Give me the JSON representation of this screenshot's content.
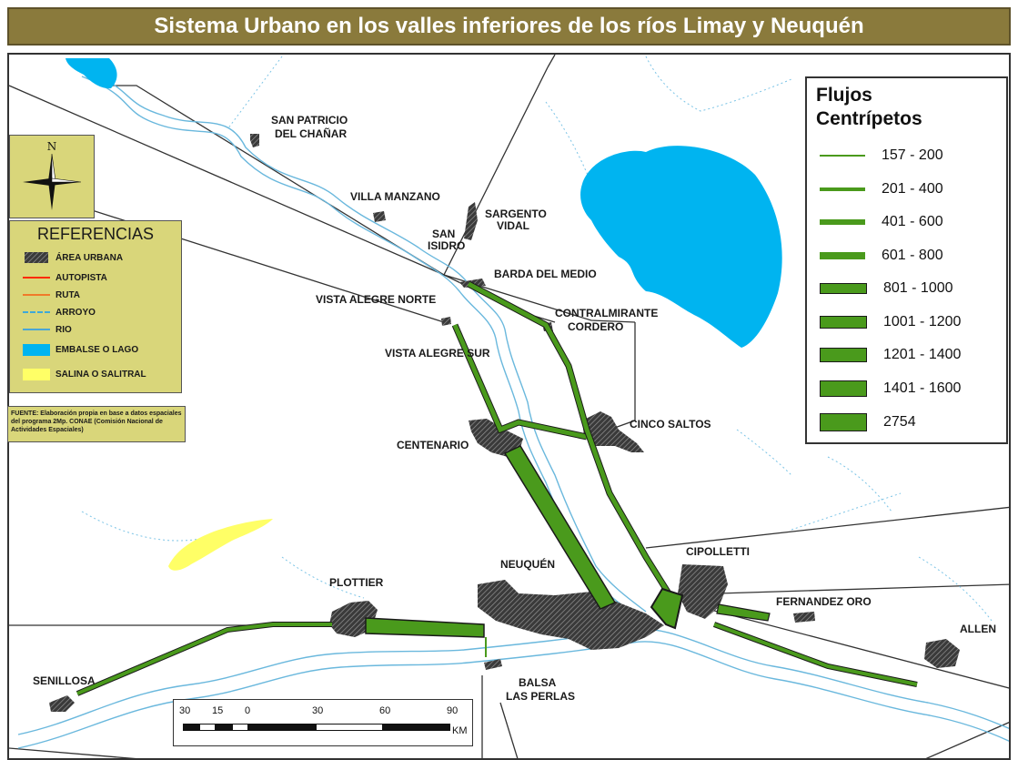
{
  "title": "Sistema Urbano en los valles inferiores de los ríos Limay y Neuquén",
  "compass": {
    "north_label": "N"
  },
  "references": {
    "title": "REFERENCIAS",
    "items": [
      {
        "label": "ÁREA URBANA",
        "symbol": "hatched-area-icon"
      },
      {
        "label": "AUTOPISTA",
        "symbol": "line",
        "color": "#ff2a00"
      },
      {
        "label": "RUTA",
        "symbol": "line",
        "color": "#f07a2a"
      },
      {
        "label": "ARROYO",
        "symbol": "dashed-line",
        "color": "#3fa9d8"
      },
      {
        "label": "RIO",
        "symbol": "line",
        "color": "#4aa6d6"
      },
      {
        "label": "EMBALSE O LAGO",
        "symbol": "fill",
        "color": "#00b4f0"
      },
      {
        "label": "SALINA O SALITRAL",
        "symbol": "fill",
        "color": "#ffff66"
      }
    ]
  },
  "source": "FUENTE: Elaboración propia en base a datos espaciales del programa 2Mp. CONAE (Comisión Nacional de Actividades Espaciales)",
  "legend": {
    "title_line1": "Flujos",
    "title_line2": "Centrípetos",
    "classes": [
      {
        "label": "157 - 200",
        "weight": 1
      },
      {
        "label": "201 - 400",
        "weight": 2
      },
      {
        "label": "401 - 600",
        "weight": 3
      },
      {
        "label": "601 - 800",
        "weight": 4
      },
      {
        "label": "801 - 1000",
        "weight": 5
      },
      {
        "label": "1001 - 1200",
        "weight": 6
      },
      {
        "label": "1201 - 1400",
        "weight": 7
      },
      {
        "label": "1401 - 1600",
        "weight": 8
      },
      {
        "label": "2754",
        "weight": 9
      }
    ]
  },
  "places": {
    "san_patricio_1": "SAN PATRICIO",
    "san_patricio_2": "DEL CHAÑAR",
    "villa_manzano": "VILLA MANZANO",
    "sargento_1": "SARGENTO",
    "sargento_2": "VIDAL",
    "san_isidro_1": "SAN",
    "san_isidro_2": "ISIDRO",
    "barda_del_medio": "BARDA DEL MEDIO",
    "vista_alegre_norte": "VISTA ALEGRE NORTE",
    "contralmirante_1": "CONTRALMIRANTE",
    "contralmirante_2": "CORDERO",
    "vista_alegre_sur": "VISTA ALEGRE SUR",
    "cinco_saltos": "CINCO SALTOS",
    "centenario": "CENTENARIO",
    "neuquen": "NEUQUÉN",
    "cipolletti": "CIPOLLETTI",
    "plottier": "PLOTTIER",
    "fernandez_oro": "FERNANDEZ ORO",
    "allen": "ALLEN",
    "senillosa": "SENILLOSA",
    "balsa_1": "BALSA",
    "balsa_2": "LAS PERLAS"
  },
  "scale": {
    "ticks": [
      "30",
      "15",
      "0",
      "30",
      "60",
      "90"
    ],
    "unit": "KM"
  },
  "colors": {
    "flow": "#4a9a1c",
    "lake": "#00b4f0",
    "salina": "#ffff66",
    "river": "#6ab8dd",
    "stream": "#7cc4e6",
    "road": "#333333",
    "frame": "#8a7a3c",
    "panel": "#d9d67a"
  }
}
